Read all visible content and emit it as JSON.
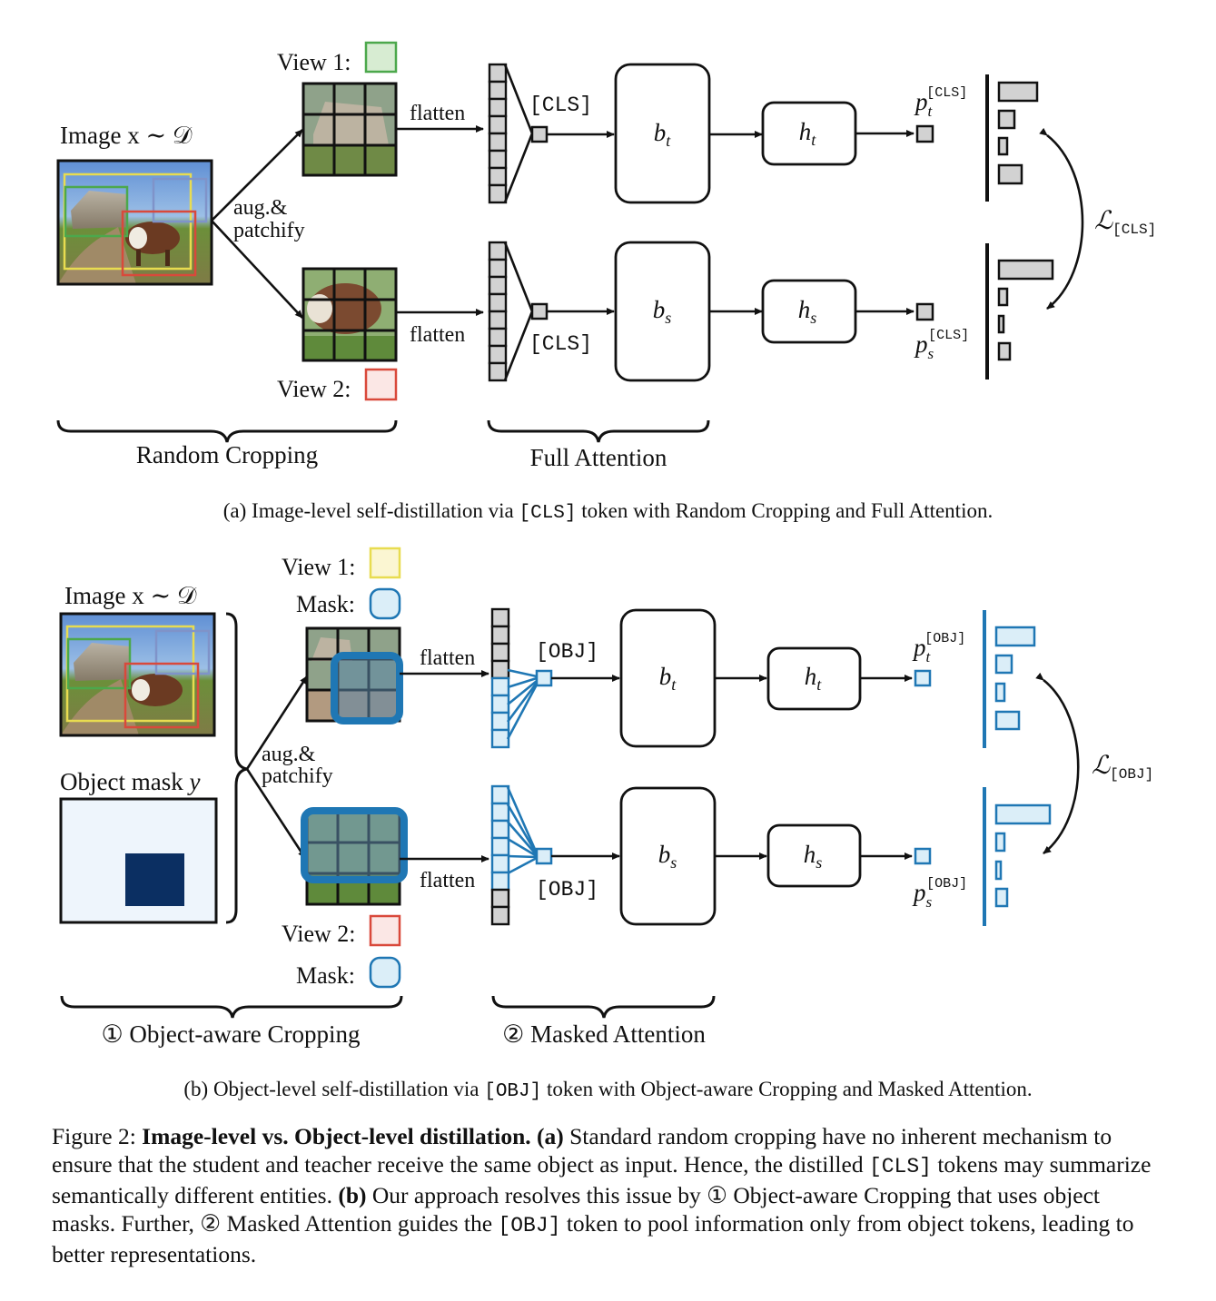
{
  "panel_a": {
    "image_label": "Image x ∼ 𝒟",
    "view1_label": "View 1:",
    "view2_label": "View 2:",
    "aug_line1": "aug.&",
    "aug_line2": "patchify",
    "flatten": "flatten",
    "token": "[CLS]",
    "teacher_backbone": "b_t",
    "student_backbone": "b_s",
    "teacher_head": "h_t",
    "student_head": "h_s",
    "teacher_prob": "p_t^[CLS]",
    "student_prob": "p_s^[CLS]",
    "loss": "ℒ[CLS]",
    "brace1_label": "Random Cropping",
    "brace2_label": "Full Attention",
    "caption": {
      "prefix": "(a) Image-level self-distillation via ",
      "token": "[CLS]",
      "suffix": " token with Random Cropping and Full Attention."
    }
  },
  "panel_b": {
    "image_label": "Image x ∼ 𝒟",
    "mask_label": "Object mask y",
    "view1_label": "View 1:",
    "view1_mask_label": "Mask:",
    "view2_label": "View 2:",
    "view2_mask_label": "Mask:",
    "aug_line1": "aug.&",
    "aug_line2": "patchify",
    "flatten": "flatten",
    "token": "[OBJ]",
    "teacher_backbone": "b_t",
    "student_backbone": "b_s",
    "teacher_head": "h_t",
    "student_head": "h_s",
    "teacher_prob": "p_t^[OBJ]",
    "student_prob": "p_s^[OBJ]",
    "loss": "ℒ[OBJ]",
    "brace1_label": "① Object-aware Cropping",
    "brace2_label": "② Masked Attention",
    "caption": {
      "prefix": "(b) Object-level self-distillation via ",
      "token": "[OBJ]",
      "suffix": " token with Object-aware Cropping and Masked Attention."
    }
  },
  "figure_caption": {
    "label": "Figure 2: ",
    "title": "Image-level vs. Object-level distillation.",
    "a_marker": "(a)",
    "text1": " Standard random cropping have no inherent mechanism to ensure that the student and teacher receive the same object as input. Hence, the distilled ",
    "token_cls": "[CLS]",
    "text2": " tokens may summarize semantically different entities. ",
    "b_marker": "(b)",
    "text3": " Our approach resolves this issue by ① Object-aware Cropping that uses object masks. Further, ② Masked Attention guides the ",
    "token_obj": "[OBJ]",
    "text4": " token to pool information only from object tokens, leading to better representations."
  },
  "colors": {
    "gray_fill": "#d2d2d2",
    "blue": "#1f77b4",
    "light_blue": "#dbeef8",
    "view_green": "#4ca84c",
    "view_yellow": "#e8dc50",
    "view_red": "#d9493b",
    "view_blue": "#7f93c9",
    "mask_dark": "#0b2f62",
    "mask_bg": "#eef5fc"
  }
}
